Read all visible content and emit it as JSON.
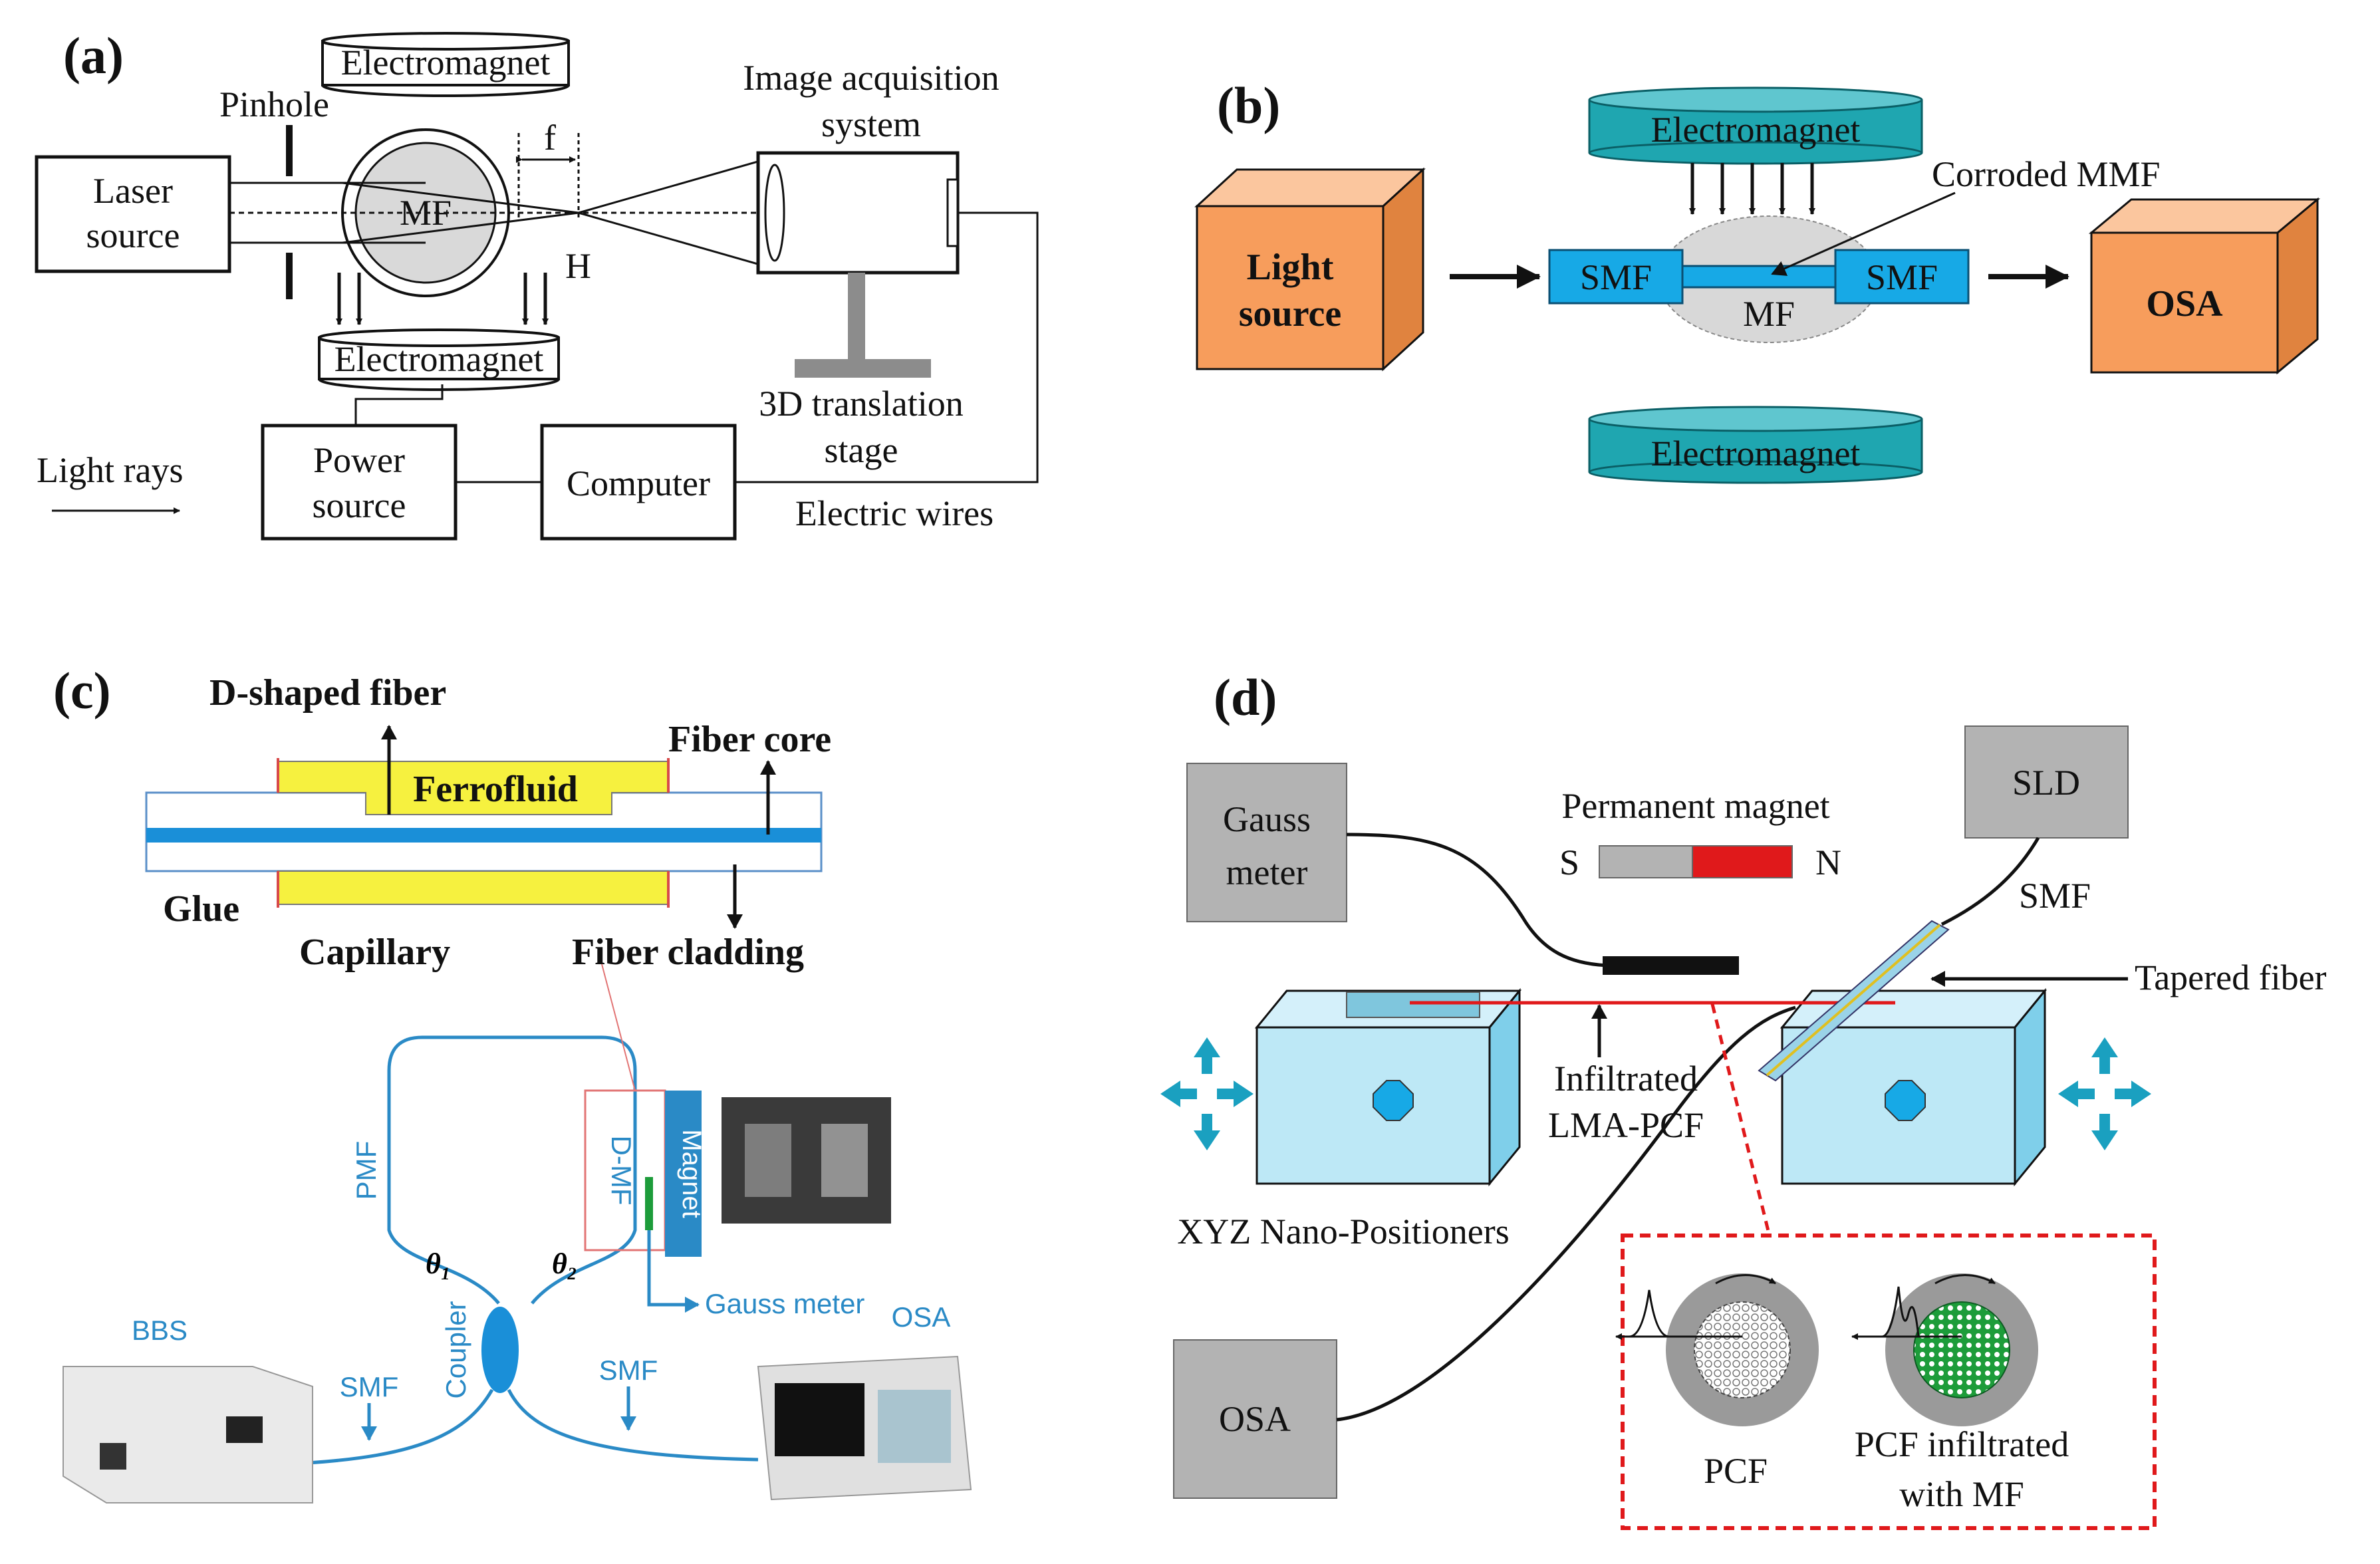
{
  "panel_a": {
    "label": "(a)",
    "electromagnet_top": "Electromagnet",
    "electromagnet_bottom": "Electromagnet",
    "pinhole": "Pinhole",
    "laser_source_1": "Laser",
    "laser_source_2": "source",
    "mf": "MF",
    "f": "f",
    "h": "H",
    "image_acq_1": "Image acquisition",
    "image_acq_2": "system",
    "translation_1": "3D translation",
    "translation_2": "stage",
    "light_rays": "Light rays",
    "power_source_1": "Power",
    "power_source_2": "source",
    "computer": "Computer",
    "electric_wires": "Electric wires"
  },
  "panel_b": {
    "label": "(b)",
    "electromagnet_top": "Electromagnet",
    "electromagnet_bottom": "Electromagnet",
    "corroded_mmf": "Corroded MMF",
    "light_source_1": "Light",
    "light_source_2": "source",
    "smf_left": "SMF",
    "smf_right": "SMF",
    "mf": "MF",
    "osa": "OSA"
  },
  "panel_c": {
    "label": "(c)",
    "d_shaped_fiber": "D-shaped fiber",
    "ferrofluid": "Ferrofluid",
    "fiber_core": "Fiber core",
    "glue": "Glue",
    "capillary": "Capillary",
    "fiber_cladding": "Fiber cladding",
    "pmf": "PMF",
    "dmf": "D-MF",
    "magnet": "Magnet",
    "theta1": "θ₁",
    "theta2": "θ₂",
    "gauss_meter": "Gauss meter",
    "bbs": "BBS",
    "osa": "OSA",
    "smf_left": "SMF",
    "smf_right": "SMF",
    "coupler": "Coupler"
  },
  "panel_d": {
    "label": "(d)",
    "gauss_meter_1": "Gauss",
    "gauss_meter_2": "meter",
    "permanent_magnet": "Permanent magnet",
    "s": "S",
    "n": "N",
    "sld": "SLD",
    "smf": "SMF",
    "tapered_fiber": "Tapered fiber",
    "infiltrated_1": "Infiltrated",
    "infiltrated_2": "LMA-PCF",
    "xyz": "XYZ Nano-Positioners",
    "osa": "OSA",
    "pcf": "PCF",
    "pcf_mf_1": "PCF infiltrated",
    "pcf_mf_2": "with MF"
  },
  "colors": {
    "teal": "#1fa6b0",
    "orange": "#f79d5c",
    "smf_blue": "#17a9e6",
    "yellow": "#f6f13f",
    "red": "#e0191b",
    "light_blue": "#bde8f6",
    "grey": "#b3b3b3",
    "fiber_blue": "#2a8ac6",
    "green": "#1d9c3a"
  }
}
